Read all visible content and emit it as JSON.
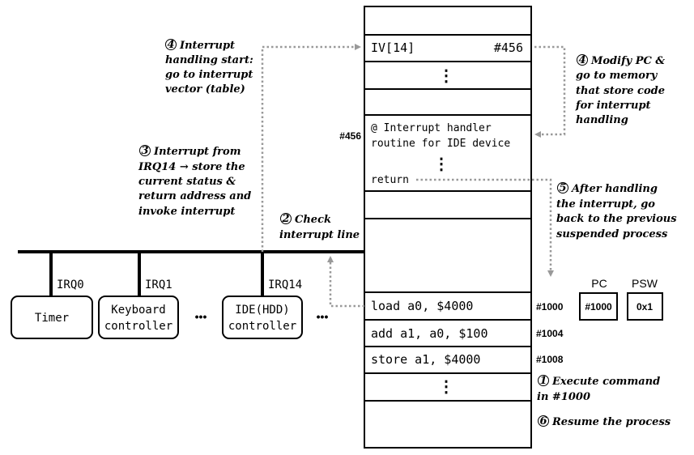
{
  "memory": {
    "iv_label": "IV[14]",
    "iv_value": "#456",
    "handler_addr": "#456",
    "handler_line1": "@ Interrupt handler",
    "handler_line2": "routine for IDE device",
    "handler_return": "return",
    "instructions": [
      {
        "text": "load  a0, $4000",
        "addr": "#1000"
      },
      {
        "text": "add   a1, a0, $100",
        "addr": "#1004"
      },
      {
        "text": "store a1, $4000",
        "addr": "#1008"
      }
    ],
    "ellipsis": "⋮"
  },
  "bus": {
    "irq_labels": [
      "IRQ0",
      "IRQ1",
      "IRQ14"
    ],
    "devices": [
      {
        "line1": "Timer",
        "line2": ""
      },
      {
        "line1": "Keyboard",
        "line2": "controller"
      },
      {
        "line1": "IDE(HDD)",
        "line2": "controller"
      }
    ],
    "dots": "•••"
  },
  "registers": {
    "pc_label": "PC",
    "pc_value": "#1000",
    "psw_label": "PSW",
    "psw_value": "0x1"
  },
  "annotations": {
    "step1": {
      "num": "1",
      "lines": [
        "Execute  command",
        "in #1000"
      ]
    },
    "step2": {
      "num": "2",
      "lines": [
        "Check",
        "interrupt line"
      ]
    },
    "step3": {
      "num": "3",
      "lines": [
        "Interrupt from",
        "IRQ14 → store the",
        "current status &",
        "return address and",
        "invoke interrupt"
      ]
    },
    "step4a": {
      "num": "4",
      "lines": [
        "Interrupt",
        "handling start:",
        "go to interrupt",
        "vector (table)"
      ]
    },
    "step4b": {
      "num": "4",
      "lines": [
        "Modify PC &",
        "go to memory",
        "that store code",
        "for interrupt",
        "handling"
      ]
    },
    "step5": {
      "num": "5",
      "lines": [
        "After handling",
        "the interrupt, go",
        "back to the previous",
        "suspended process"
      ]
    },
    "step6": {
      "num": "6",
      "lines": [
        "Resume the process"
      ]
    }
  }
}
